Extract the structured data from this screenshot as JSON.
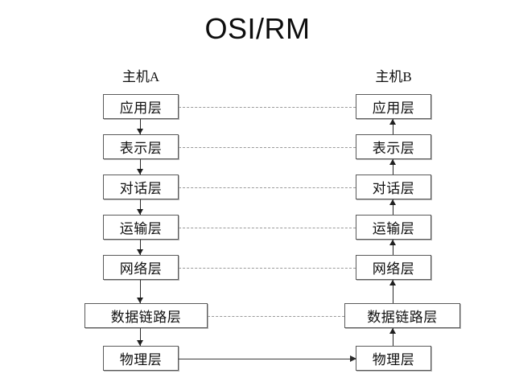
{
  "title": "OSI/RM",
  "columns": {
    "left": {
      "header": "主机A",
      "flow": "down"
    },
    "right": {
      "header": "主机B",
      "flow": "up"
    }
  },
  "layers": [
    {
      "name": "application",
      "label": "应用层",
      "peer_link": "dashed"
    },
    {
      "name": "presentation",
      "label": "表示层",
      "peer_link": "dashed"
    },
    {
      "name": "session",
      "label": "对话层",
      "peer_link": "dashed"
    },
    {
      "name": "transport",
      "label": "运输层",
      "peer_link": "dashed"
    },
    {
      "name": "network",
      "label": "网络层",
      "peer_link": "dashed"
    },
    {
      "name": "data-link",
      "label": "数据链路层",
      "peer_link": "dashed"
    },
    {
      "name": "physical",
      "label": "物理层",
      "peer_link": "solid-arrow"
    }
  ],
  "left_layers": [
    "应用层",
    "表示层",
    "对话层",
    "运输层",
    "网络层",
    "数据链路层",
    "物理层"
  ],
  "right_layers": [
    "应用层",
    "表示层",
    "对话层",
    "运输层",
    "网络层",
    "数据链路层",
    "物理层"
  ],
  "colors": {
    "background": "#ffffff",
    "box_border": "#5a5a5a",
    "text": "#0f0f0f",
    "title": "#0d0d0d",
    "arrow": "#1f1f1f",
    "peer_dashed": "#9a9a9a",
    "medium_solid": "#3a3a3a"
  }
}
